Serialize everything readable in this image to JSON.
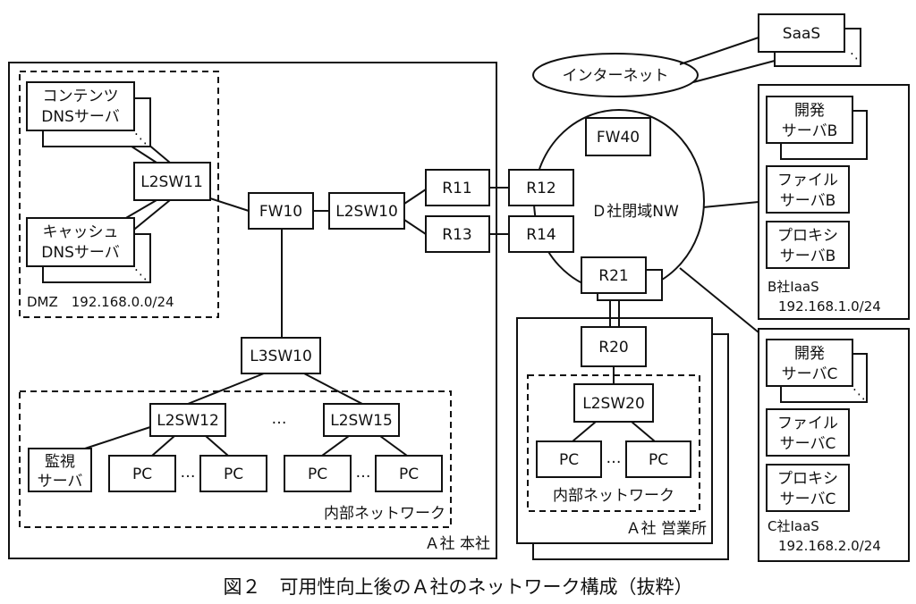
{
  "figure": {
    "caption": "図２　可用性向上後のＡ社のネットワーク構成（抜粋）"
  },
  "areas": {
    "a_honsha": "Ａ社 本社",
    "a_eigyosho": "Ａ社 営業所",
    "dmz": "DMZ　192.168.0.0/24",
    "internal_hq": "内部ネットワーク",
    "internal_branch": "内部ネットワーク",
    "b_iaas_name": "B社IaaS",
    "b_iaas_net": "192.168.1.0/24",
    "c_iaas_name": "C社IaaS",
    "c_iaas_net": "192.168.2.0/24",
    "d_closed_nw": "Ｄ社閉域NW",
    "internet": "インターネット"
  },
  "nodes": {
    "saas": "SaaS",
    "contents_dns_1": "コンテンツ",
    "contents_dns_2": "DNSサーバ",
    "cache_dns_1": "キャッシュ",
    "cache_dns_2": "DNSサーバ",
    "l2sw11": "L2SW11",
    "fw10": "FW10",
    "l2sw10": "L2SW10",
    "r11": "R11",
    "r12": "R12",
    "r13": "R13",
    "r14": "R14",
    "fw40": "FW40",
    "r21": "R21",
    "r20": "R20",
    "l2sw20": "L2SW20",
    "l3sw10": "L3SW10",
    "l2sw12": "L2SW12",
    "l2sw15": "L2SW15",
    "monitor_1": "監視",
    "monitor_2": "サーバ",
    "pc": "PC",
    "ellipsis": "…",
    "dev_b_1": "開発",
    "dev_b_2": "サーバB",
    "file_b_1": "ファイル",
    "file_b_2": "サーバB",
    "proxy_b_1": "プロキシ",
    "proxy_b_2": "サーバB",
    "dev_c_1": "開発",
    "dev_c_2": "サーバC",
    "file_c_1": "ファイル",
    "file_c_2": "サーバC",
    "proxy_c_1": "プロキシ",
    "proxy_c_2": "サーバC"
  }
}
